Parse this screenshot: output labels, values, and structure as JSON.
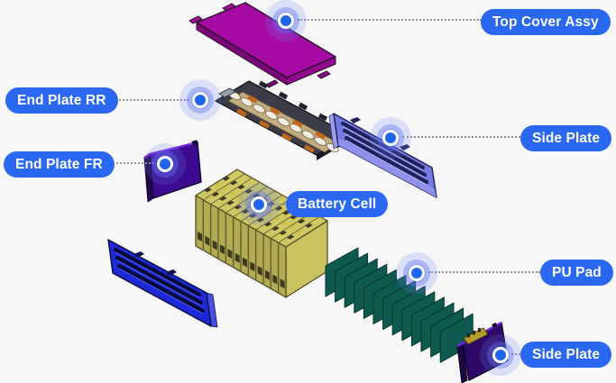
{
  "callouts": [
    {
      "id": "top-cover-assy",
      "label": "Top Cover Assy"
    },
    {
      "id": "end-plate-rr",
      "label": "End Plate RR"
    },
    {
      "id": "side-plate-right",
      "label": "Side Plate"
    },
    {
      "id": "end-plate-fr",
      "label": "End Plate FR"
    },
    {
      "id": "battery-cell",
      "label": "Battery Cell"
    },
    {
      "id": "pu-pad",
      "label": "PU Pad"
    },
    {
      "id": "side-plate-bottom",
      "label": "Side Plate"
    }
  ],
  "colors": {
    "background": "#f7f7f8",
    "label_bg": "#2b68f2",
    "label_text": "#ffffff",
    "leader_dots": "#90909a",
    "marker_core": "#2066ea",
    "marker_ring": "#ffffff",
    "marker_halo": "#6a82f4",
    "part_top_cover": "#a60ba6",
    "part_busbar_frame": "#3c3c49",
    "part_busbar_strip": "#c2ab80",
    "part_busbar_accent": "#c56618",
    "part_side_plate_right": "#7579e2",
    "part_end_plate_fr": "#3c0a8e",
    "part_battery_cell": "#c9c25e",
    "part_side_plate_left": "#1b2ad6",
    "part_pu_pad": "#0f5a50",
    "part_side_plate_bottom": "#2e0968"
  }
}
